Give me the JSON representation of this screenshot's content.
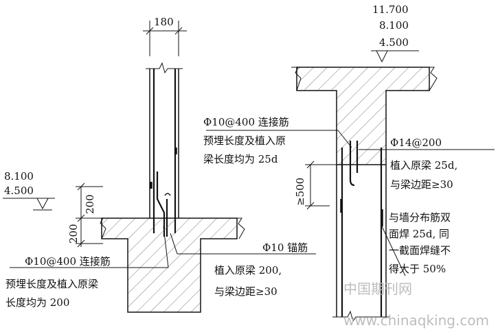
{
  "left_detail": {
    "dim_width": "180",
    "dim_upper": "200",
    "dim_lower": "200",
    "elev_top": "8.100",
    "elev_bottom": "4.500",
    "note_connect": [
      "Φ10@400 连接筋",
      "预埋长度及植入原梁",
      "长度均为 200"
    ],
    "note_anchor": [
      "Φ10 锚筋",
      "植入原梁 200,",
      "与梁边距≥30"
    ]
  },
  "right_detail": {
    "elev_1": "11.700",
    "elev_2": "8.100",
    "elev_3": "4.500",
    "dim_vertical": "≥500",
    "note_connect": [
      "Φ10@400 连接筋",
      "预埋长度及植入原",
      "梁长度均为 25d"
    ],
    "note_bar": [
      "Φ14@200",
      "植入原梁 25d,",
      "与梁边距≥30"
    ],
    "note_weld": [
      "与墙分布筋双",
      "面焊 25d, 同",
      "一截面焊缝不",
      "得大于 50%"
    ]
  },
  "watermark": {
    "cn": "中国期刊网",
    "url": "www.chinaqking.com"
  }
}
